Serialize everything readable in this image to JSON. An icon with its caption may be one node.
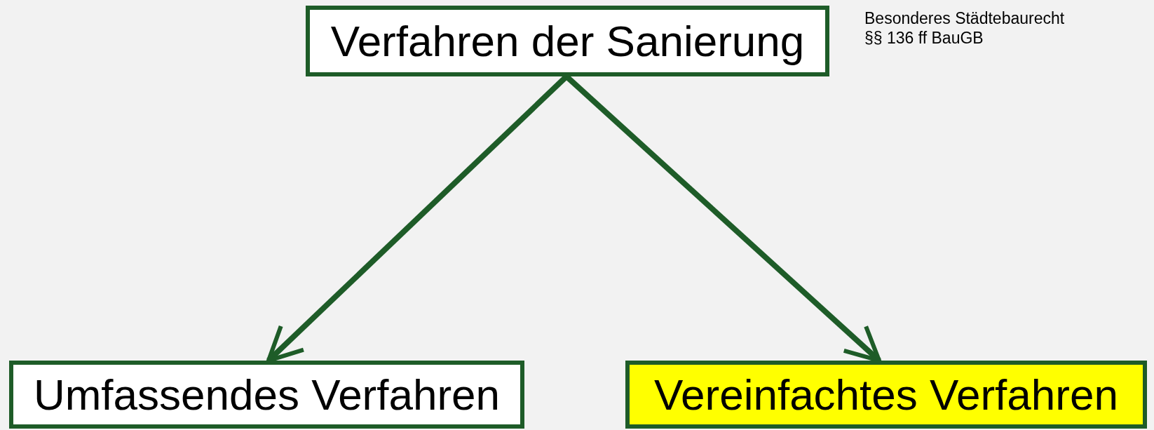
{
  "diagram": {
    "nodes": [
      {
        "text": [
          "Verfahren der Sanierung"
        ]
      },
      {
        "text": [
          "Umfassendes Verfahren"
        ]
      },
      {
        "text": [
          "Vereinfachtes Verfahren"
        ]
      }
    ],
    "edges": [
      {
        "from": 0,
        "to": 1,
        "arrow": "to"
      },
      {
        "from": 0,
        "to": 2,
        "arrow": "to"
      }
    ],
    "labels": [
      "Besonderes Städtebaurecht",
      "§§ 136 ff BauGB"
    ]
  }
}
